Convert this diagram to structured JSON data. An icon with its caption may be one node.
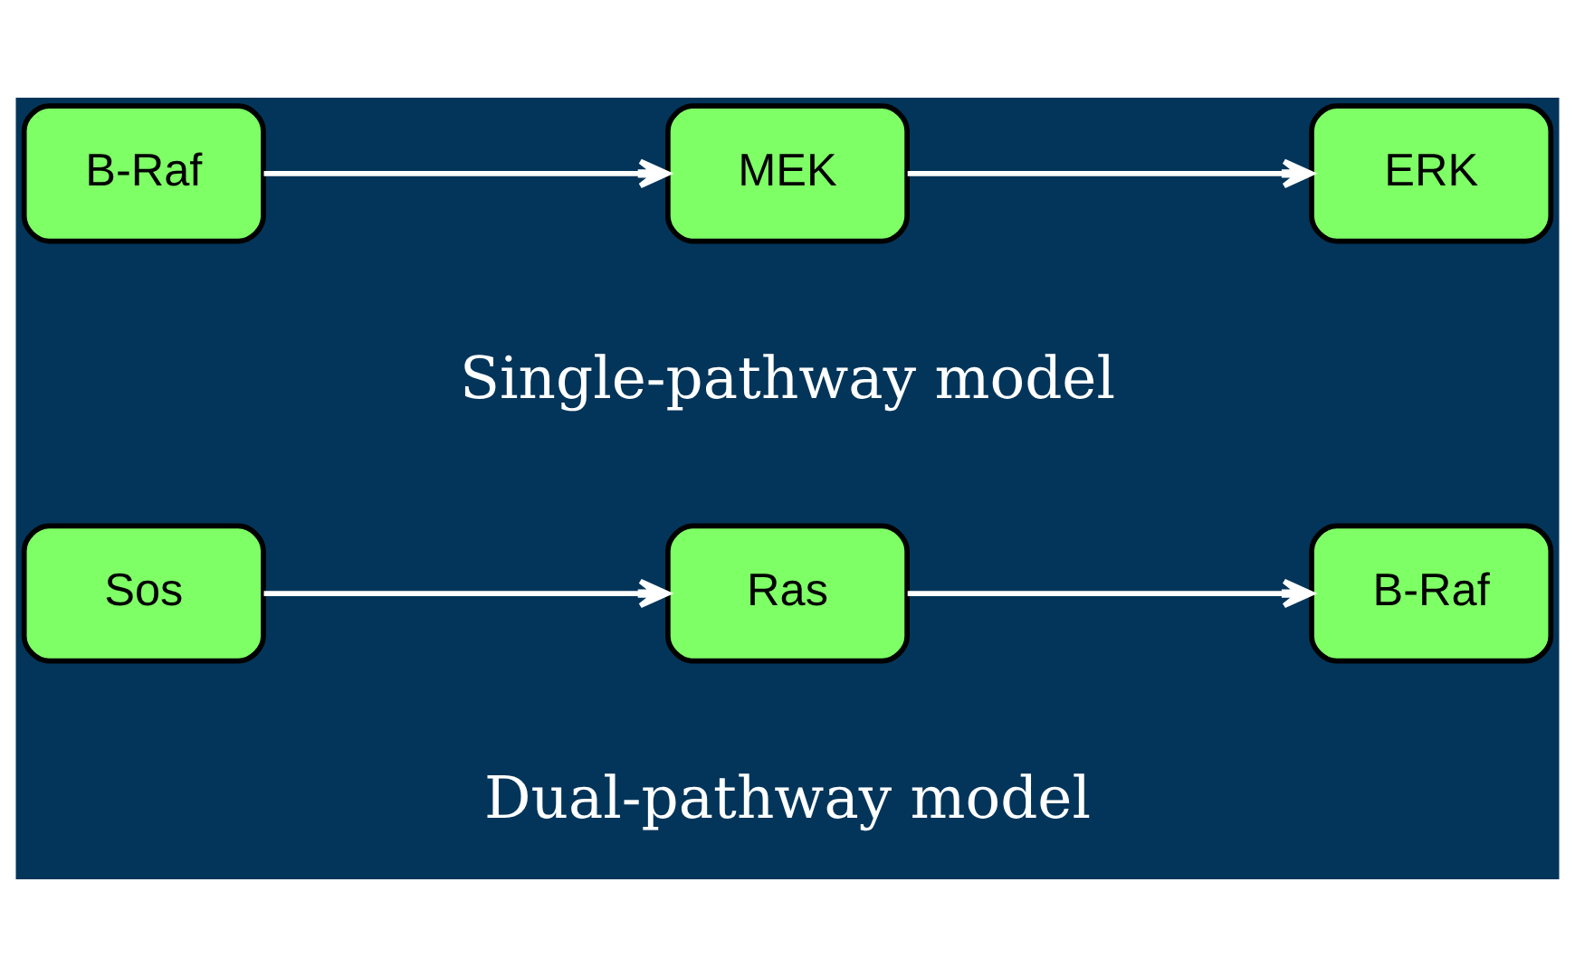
{
  "diagram": {
    "nodes": [
      {
        "text": [
          "B-Raf"
        ]
      },
      {
        "text": [
          "MEK"
        ]
      },
      {
        "text": [
          "ERK"
        ]
      },
      {
        "text": [
          "Sos"
        ]
      },
      {
        "text": [
          "Ras"
        ]
      },
      {
        "text": [
          "B-Raf"
        ]
      }
    ],
    "edges": [
      {
        "from": 0,
        "to": 1,
        "arrow": "to"
      },
      {
        "from": 1,
        "to": 2,
        "arrow": "to"
      },
      {
        "from": 3,
        "to": 4,
        "arrow": "to"
      },
      {
        "from": 4,
        "to": 5,
        "arrow": "to"
      }
    ],
    "labels": [
      "Single-pathway model",
      "Dual-pathway model"
    ]
  }
}
